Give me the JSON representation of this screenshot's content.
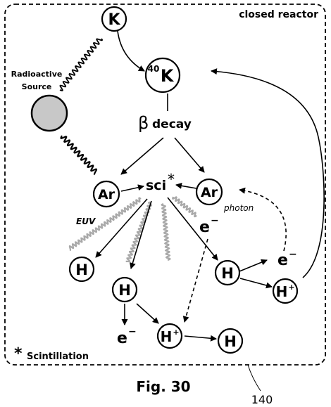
{
  "frame": {
    "label": "closed reactor",
    "ref_number": "140"
  },
  "figure_caption": "Fig. 30",
  "legend": {
    "symbol": "*",
    "text": "Scintillation"
  },
  "source_label": "Radioactive Source",
  "nodes": {
    "k": "K",
    "k40_sup": "40",
    "k40_main": "K",
    "ar": "Ar",
    "h": "H",
    "h_plus_main": "H",
    "h_plus_sup": "+"
  },
  "beta_decay": {
    "symbol": "β",
    "text": "decay"
  },
  "sci": {
    "text": "sci",
    "sup": "*"
  },
  "electron": {
    "main": "e",
    "sup": "−"
  },
  "labels": {
    "euv": "EUV",
    "photon": "photon"
  },
  "colors": {
    "stroke": "#000000",
    "source_fill": "#c8c8c8",
    "wavy_gray": "#a8a8a8",
    "background": "#ffffff"
  }
}
